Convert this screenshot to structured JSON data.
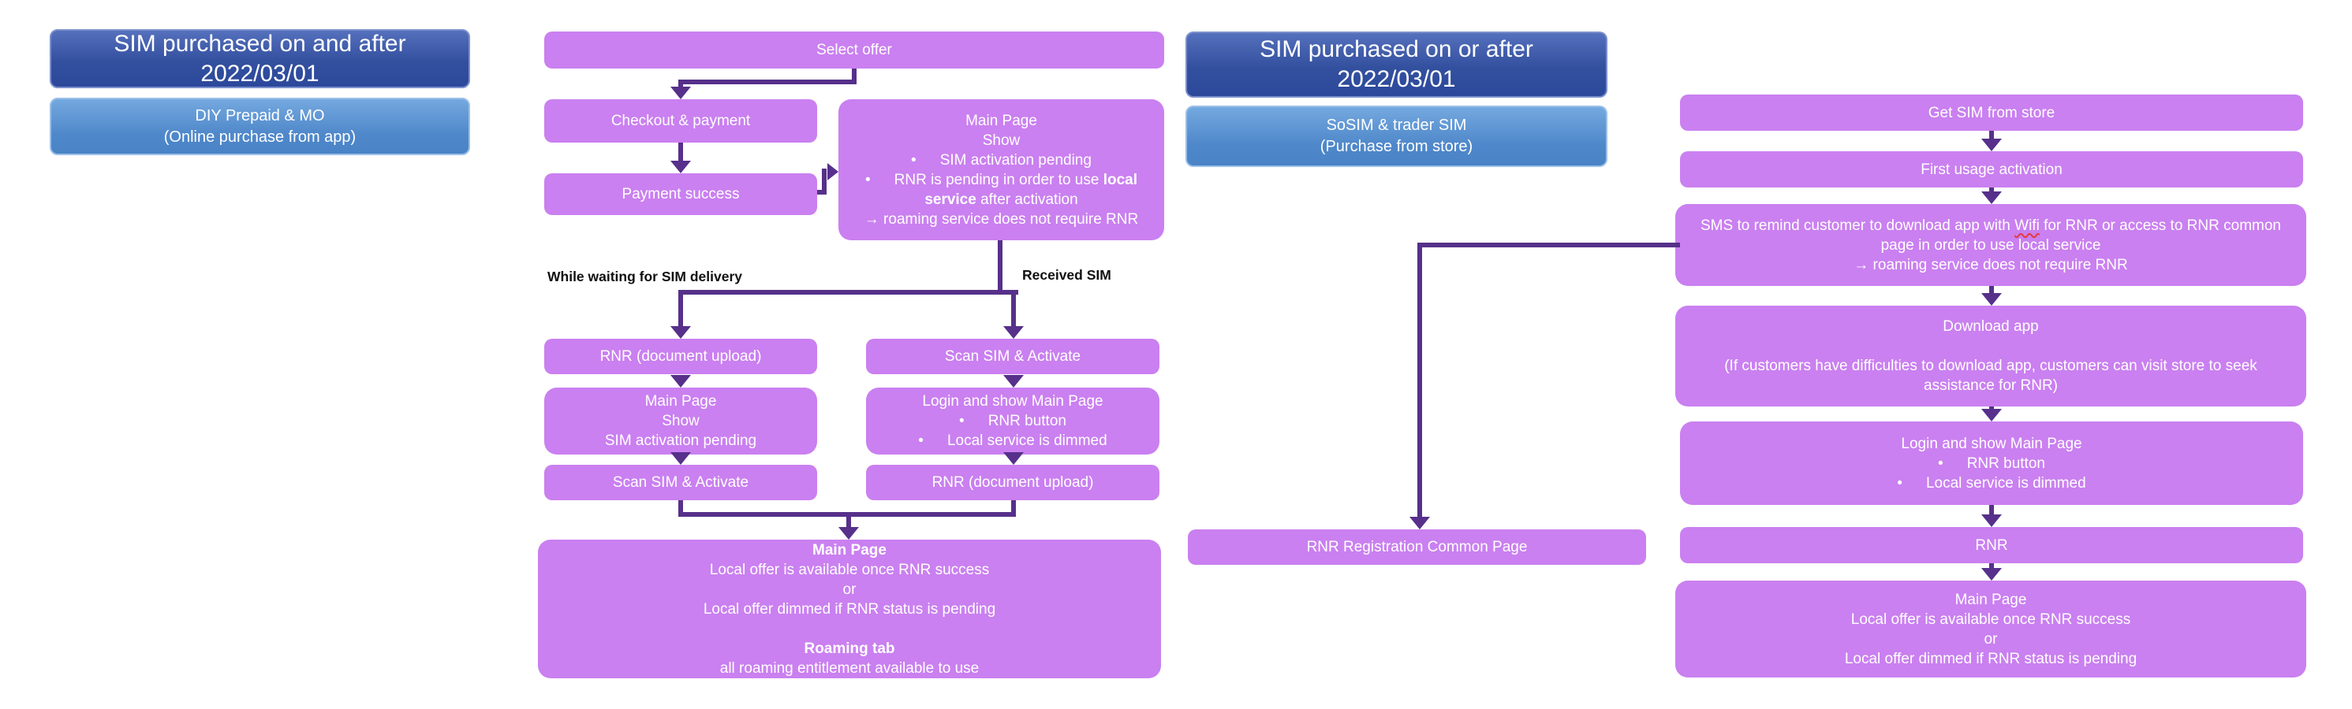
{
  "colors": {
    "box_purple": "#ca80f0",
    "arrow_purple": "#56308a",
    "header_dark_blue": "#33509f",
    "header_light_blue": "#4f88ca",
    "text_white": "#ffffff",
    "label_black": "#111111",
    "spellcheck_red": "#e23c3c"
  },
  "flow1": {
    "header": {
      "title_lines": [
        {
          "text": "SIM purchased on and after"
        },
        {
          "text": "2022/03/01"
        }
      ],
      "subtitle_lines": [
        {
          "text": "DIY Prepaid & MO"
        },
        {
          "text": "(Online purchase from app)"
        }
      ]
    },
    "labels": {
      "waiting": "While waiting for SIM delivery",
      "received": "Received SIM"
    },
    "boxes": {
      "select_offer": [
        {
          "text": "Select offer"
        }
      ],
      "checkout": [
        {
          "text": "Checkout & payment"
        }
      ],
      "payment_success": [
        {
          "text": "Payment success"
        }
      ],
      "main_page_show": [
        {
          "text": "Main Page"
        },
        {
          "text": "Show"
        },
        {
          "bullet": true,
          "text": "SIM activation pending"
        },
        {
          "bullet": true,
          "segs": [
            {
              "t": "RNR is pending in order to use "
            },
            {
              "t": "local service",
              "bold": true
            },
            {
              "t": " after activation"
            }
          ]
        },
        {
          "text": "→ roaming service does not require RNR"
        }
      ],
      "rnr_upload_left": [
        {
          "text": "RNR (document upload)"
        }
      ],
      "main_page_pending": [
        {
          "text": "Main Page"
        },
        {
          "text": "Show"
        },
        {
          "text": "SIM activation pending"
        }
      ],
      "scan_activate_left": [
        {
          "text": "Scan SIM & Activate"
        }
      ],
      "scan_activate_right": [
        {
          "text": "Scan SIM & Activate"
        }
      ],
      "login_show": [
        {
          "text": "Login and show Main Page"
        },
        {
          "bullet": true,
          "text": "RNR button"
        },
        {
          "bullet": true,
          "text": "Local service is dimmed"
        }
      ],
      "rnr_upload_right": [
        {
          "text": "RNR (document upload)"
        }
      ],
      "merged": [
        {
          "segs": [
            {
              "t": "Main Page",
              "bold": true
            }
          ]
        },
        {
          "text": "Local offer is available once RNR success"
        },
        {
          "text": "or"
        },
        {
          "text": "Local offer dimmed if RNR status is pending"
        },
        {
          "blank": true
        },
        {
          "segs": [
            {
              "t": "Roaming tab",
              "bold": true
            }
          ]
        },
        {
          "text": "all roaming entitlement available to use"
        }
      ]
    }
  },
  "flow2": {
    "header": {
      "title_lines": [
        {
          "text": "SIM purchased on or after"
        },
        {
          "text": "2022/03/01"
        }
      ],
      "subtitle_lines": [
        {
          "text": "SoSIM & trader SIM"
        },
        {
          "text": "(Purchase from store)"
        }
      ]
    },
    "boxes": {
      "rnr_common": [
        {
          "text": "RNR Registration Common Page"
        }
      ],
      "get_sim": [
        {
          "text": "Get SIM from store"
        }
      ],
      "first_usage": [
        {
          "text": "First usage activation"
        }
      ],
      "sms_remind": [
        {
          "segs": [
            {
              "t": "SMS to remind customer to download app with "
            },
            {
              "t": "Wifi",
              "wavy": true
            },
            {
              "t": " for RNR or access to RNR common page in order to use local service"
            }
          ]
        },
        {
          "text": "→ roaming service does not require RNR"
        }
      ],
      "download_app": [
        {
          "text": "Download app"
        },
        {
          "blank": true
        },
        {
          "text": "(If customers have difficulties to download app, customers can visit store to seek assistance for RNR)"
        }
      ],
      "login_show": [
        {
          "text": "Login and show Main Page"
        },
        {
          "bullet": true,
          "text": "RNR button"
        },
        {
          "bullet": true,
          "text": "Local service is dimmed"
        }
      ],
      "rnr": [
        {
          "text": "RNR"
        }
      ],
      "main_page_final": [
        {
          "text": "Main Page"
        },
        {
          "text": "Local offer is available once RNR success"
        },
        {
          "text": "or"
        },
        {
          "text": "Local offer dimmed if RNR status is pending"
        }
      ]
    }
  }
}
